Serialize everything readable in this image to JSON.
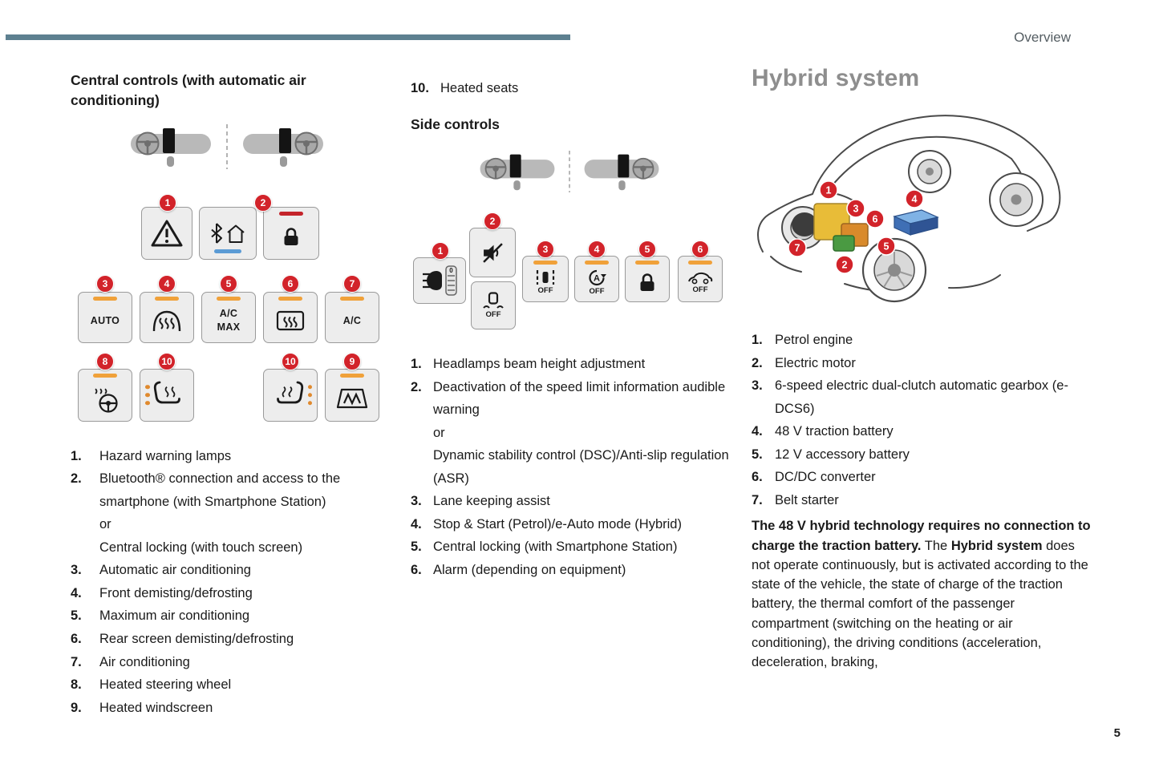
{
  "header": {
    "section_label": "Overview",
    "page_number": "5"
  },
  "colors": {
    "accent_red": "#d2232a",
    "bar_orange": "#f0a13a",
    "bar_blue": "#5b9bd5",
    "bar_red": "#c4242b",
    "rule_teal": "#5d8090",
    "heading_gray": "#8e8e8e"
  },
  "central": {
    "title": "Central controls (with automatic air conditioning)",
    "diagram": {
      "callouts": {
        "n1": "1",
        "n2": "2",
        "n3": "3",
        "n4": "4",
        "n5": "5",
        "n6": "6",
        "n7": "7",
        "n8": "8",
        "n9": "9",
        "n10": "10"
      },
      "labels": {
        "auto": "AUTO",
        "acmax_line1": "A/C",
        "acmax_line2": "MAX",
        "ac": "A/C"
      }
    },
    "list": [
      {
        "num": "1.",
        "text": "Hazard warning lamps"
      },
      {
        "num": "2.",
        "lines": [
          "Bluetooth® connection and access to the smartphone (with Smartphone Station)",
          "or",
          "Central locking (with touch screen)"
        ]
      },
      {
        "num": "3.",
        "text": "Automatic air conditioning"
      },
      {
        "num": "4.",
        "text": "Front demisting/defrosting"
      },
      {
        "num": "5.",
        "text": "Maximum air conditioning"
      },
      {
        "num": "6.",
        "text": "Rear screen demisting/defrosting"
      },
      {
        "num": "7.",
        "text": "Air conditioning"
      },
      {
        "num": "8.",
        "text": "Heated steering wheel"
      },
      {
        "num": "9.",
        "text": "Heated windscreen"
      }
    ]
  },
  "side": {
    "heated_seats_item": {
      "num": "10.",
      "text": "Heated seats"
    },
    "title": "Side controls",
    "diagram": {
      "callouts": {
        "n1": "1",
        "n2": "2",
        "n3": "3",
        "n4": "4",
        "n5": "5",
        "n6": "6"
      },
      "labels": {
        "off": "OFF",
        "a": "A",
        "zero": "0"
      }
    },
    "list": [
      {
        "num": "1.",
        "text": "Headlamps beam height adjustment"
      },
      {
        "num": "2.",
        "lines": [
          "Deactivation of the speed limit information audible warning",
          "or",
          "Dynamic stability control (DSC)/Anti-slip regulation (ASR)"
        ]
      },
      {
        "num": "3.",
        "text": "Lane keeping assist"
      },
      {
        "num": "4.",
        "text": "Stop & Start (Petrol)/e-Auto mode (Hybrid)"
      },
      {
        "num": "5.",
        "text": "Central locking (with Smartphone Station)"
      },
      {
        "num": "6.",
        "text": "Alarm (depending on equipment)"
      }
    ]
  },
  "hybrid": {
    "title": "Hybrid system",
    "diagram": {
      "callouts": {
        "n1": "1",
        "n2": "2",
        "n3": "3",
        "n4": "4",
        "n5": "5",
        "n6": "6",
        "n7": "7"
      }
    },
    "list": [
      {
        "num": "1.",
        "text": "Petrol engine"
      },
      {
        "num": "2.",
        "text": "Electric motor"
      },
      {
        "num": "3.",
        "text": "6-speed electric dual-clutch automatic gearbox (e-DCS6)"
      },
      {
        "num": "4.",
        "text": "48 V traction battery"
      },
      {
        "num": "5.",
        "text": "12 V accessory battery"
      },
      {
        "num": "6.",
        "text": "DC/DC converter"
      },
      {
        "num": "7.",
        "text": "Belt starter"
      }
    ],
    "paragraph": {
      "bold_lead": "The 48 V hybrid technology requires no connection to charge the traction battery.",
      "part1": " The ",
      "bold_inline": "Hybrid system",
      "part2": " does not operate continuously, but is activated according to the state of the vehicle, the state of charge of the traction battery, the thermal comfort of the passenger compartment (switching on the heating or air conditioning), the driving conditions (acceleration, deceleration, braking,"
    }
  }
}
